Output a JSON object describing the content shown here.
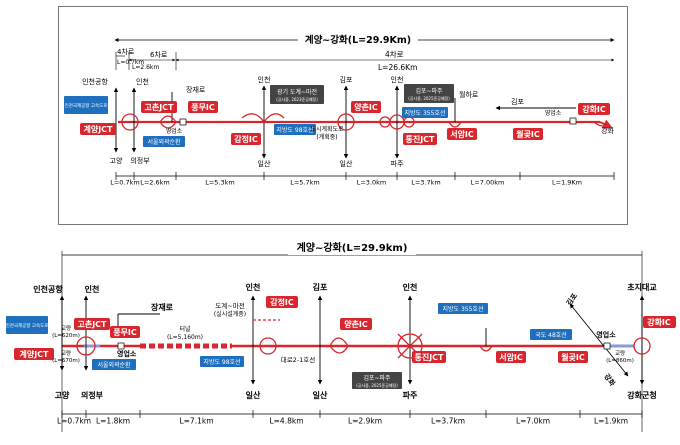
{
  "colors": {
    "road": "#d9262c",
    "label_red": "#d9262c",
    "label_blue": "#1f6fbf",
    "label_dark": "#444444",
    "tunnel": "#d9262c",
    "background": "#ffffff"
  },
  "panels": [
    {
      "id": "plan",
      "title": "계양~강화(L=29.9Km)",
      "scale_dims": [
        {
          "text": "4차로"
        },
        {
          "text": "L=0.7km"
        },
        {
          "text": "6차로"
        },
        {
          "text": "L=2.6km"
        },
        {
          "text": "4차로"
        },
        {
          "text": "L=26.6Km"
        }
      ],
      "interchanges": [
        {
          "text": "계양JCT"
        },
        {
          "text": "고촌JCT"
        },
        {
          "text": "풍무IC"
        },
        {
          "text": "감정IC"
        },
        {
          "text": "양촌IC"
        },
        {
          "text": "통진JCT"
        },
        {
          "text": "서암IC"
        },
        {
          "text": "월곶IC"
        },
        {
          "text": "강화IC"
        }
      ],
      "blue_boxes": [
        {
          "text": "인천국제공항 고속도로"
        },
        {
          "text": "서울외곽순환"
        },
        {
          "text": "지방도 98호선"
        },
        {
          "text": "지방도 355호선"
        }
      ],
      "dark_boxes": [
        {
          "line1": "광기 도계~마전",
          "line2": "(공사중, 2023준공예정)"
        },
        {
          "line1": "김포~파주",
          "line2": "(공사중, 2025준공예정)"
        }
      ],
      "places_top": [
        {
          "text": "인천공항"
        },
        {
          "text": "인천"
        },
        {
          "text": "장재로"
        },
        {
          "text": "인천"
        },
        {
          "text": "김포"
        },
        {
          "text": "인천"
        },
        {
          "text": "월하로"
        },
        {
          "text": "김포"
        }
      ],
      "places_bottom": [
        {
          "text": "고양"
        },
        {
          "text": "의정부"
        },
        {
          "text": "일산"
        },
        {
          "text": "일산"
        },
        {
          "text": "파주"
        },
        {
          "text": "강화"
        }
      ],
      "other_labels": [
        {
          "text": "영업소"
        },
        {
          "text": "영업소"
        },
        {
          "text": "도시계획도로"
        },
        {
          "text": "(계획중)"
        }
      ],
      "segments": [
        "L=0.7km",
        "L=2.6km",
        "L=5.3km",
        "L=5.7km",
        "L=3.0km",
        "L=3.7km",
        "L=7.00km",
        "L=1.9Km"
      ]
    },
    {
      "id": "profile",
      "title": "계양~강화(L=29.9km)",
      "interchanges": [
        {
          "text": "계양JCT"
        },
        {
          "text": "고촌JCT"
        },
        {
          "text": "풍무IC"
        },
        {
          "text": "감정IC"
        },
        {
          "text": "양촌IC"
        },
        {
          "text": "통진JCT"
        },
        {
          "text": "서암IC"
        },
        {
          "text": "월곶IC"
        },
        {
          "text": "강화IC"
        }
      ],
      "blue_boxes": [
        {
          "text": "인천국제공항 고속도로"
        },
        {
          "text": "서울외곽순환"
        },
        {
          "text": "지방도 98호선"
        },
        {
          "text": "지방도 355호선"
        },
        {
          "text": "국도 48호선"
        }
      ],
      "places_top": [
        {
          "text": "인천공항"
        },
        {
          "text": "인천"
        },
        {
          "text": "장재로"
        },
        {
          "text": "인천"
        },
        {
          "text": "도계~마전"
        },
        {
          "text": "(실시설계중)"
        },
        {
          "text": "김포"
        },
        {
          "text": "인천"
        },
        {
          "text": "초지대교"
        },
        {
          "text": "김포"
        }
      ],
      "places_bottom": [
        {
          "text": "고양"
        },
        {
          "text": "의정부"
        },
        {
          "text": "일산"
        },
        {
          "text": "일산"
        },
        {
          "text": "파주"
        },
        {
          "text": "강화군청"
        },
        {
          "text": "강화"
        }
      ],
      "other_labels": [
        {
          "text": "교량"
        },
        {
          "text": "(L=620m)"
        },
        {
          "text": "교량"
        },
        {
          "text": "(L=670m)"
        },
        {
          "text": "영업소"
        },
        {
          "text": "터널"
        },
        {
          "text": "(L=5,160m)"
        },
        {
          "text": "대로2-1호선"
        },
        {
          "text": "영업소"
        },
        {
          "text": "교량"
        },
        {
          "text": "(L=860m)"
        }
      ],
      "dark_boxes": [
        {
          "line1": "김포~파주",
          "line2": "(공사중, 2025준공예정)"
        }
      ],
      "segments": [
        "L=0.7km",
        "L=1.8km",
        "L=7.1km",
        "L=4.8km",
        "L=2.9km",
        "L=3.7km",
        "L=7.0km",
        "L=1.9km"
      ]
    }
  ]
}
